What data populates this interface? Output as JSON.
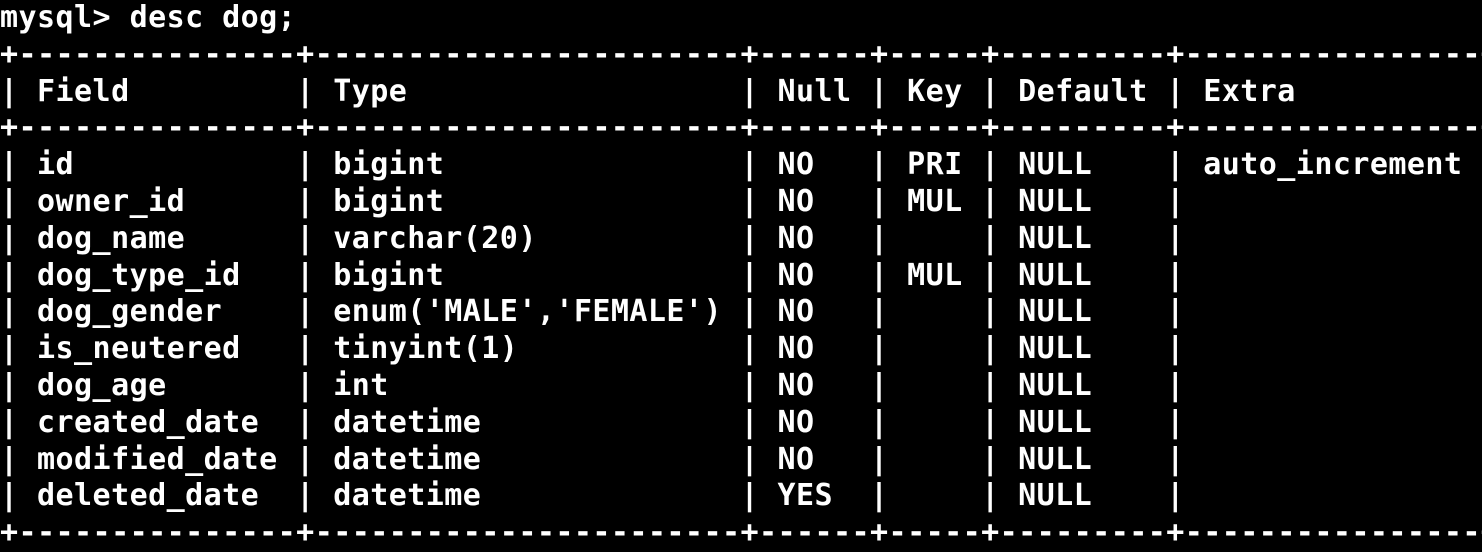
{
  "terminal": {
    "prompt": "mysql> ",
    "command": "desc dog;",
    "colors": {
      "background": "#000000",
      "foreground": "#ffffff"
    }
  },
  "result_table": {
    "columns": [
      "Field",
      "Type",
      "Null",
      "Key",
      "Default",
      "Extra"
    ],
    "rows": [
      [
        "id",
        "bigint",
        "NO",
        "PRI",
        "NULL",
        "auto_increment"
      ],
      [
        "owner_id",
        "bigint",
        "NO",
        "MUL",
        "NULL",
        ""
      ],
      [
        "dog_name",
        "varchar(20)",
        "NO",
        "",
        "NULL",
        ""
      ],
      [
        "dog_type_id",
        "bigint",
        "NO",
        "MUL",
        "NULL",
        ""
      ],
      [
        "dog_gender",
        "enum('MALE','FEMALE')",
        "NO",
        "",
        "NULL",
        ""
      ],
      [
        "is_neutered",
        "tinyint(1)",
        "NO",
        "",
        "NULL",
        ""
      ],
      [
        "dog_age",
        "int",
        "NO",
        "",
        "NULL",
        ""
      ],
      [
        "created_date",
        "datetime",
        "NO",
        "",
        "NULL",
        ""
      ],
      [
        "modified_date",
        "datetime",
        "NO",
        "",
        "NULL",
        ""
      ],
      [
        "deleted_date",
        "datetime",
        "YES",
        "",
        "NULL",
        ""
      ]
    ]
  }
}
